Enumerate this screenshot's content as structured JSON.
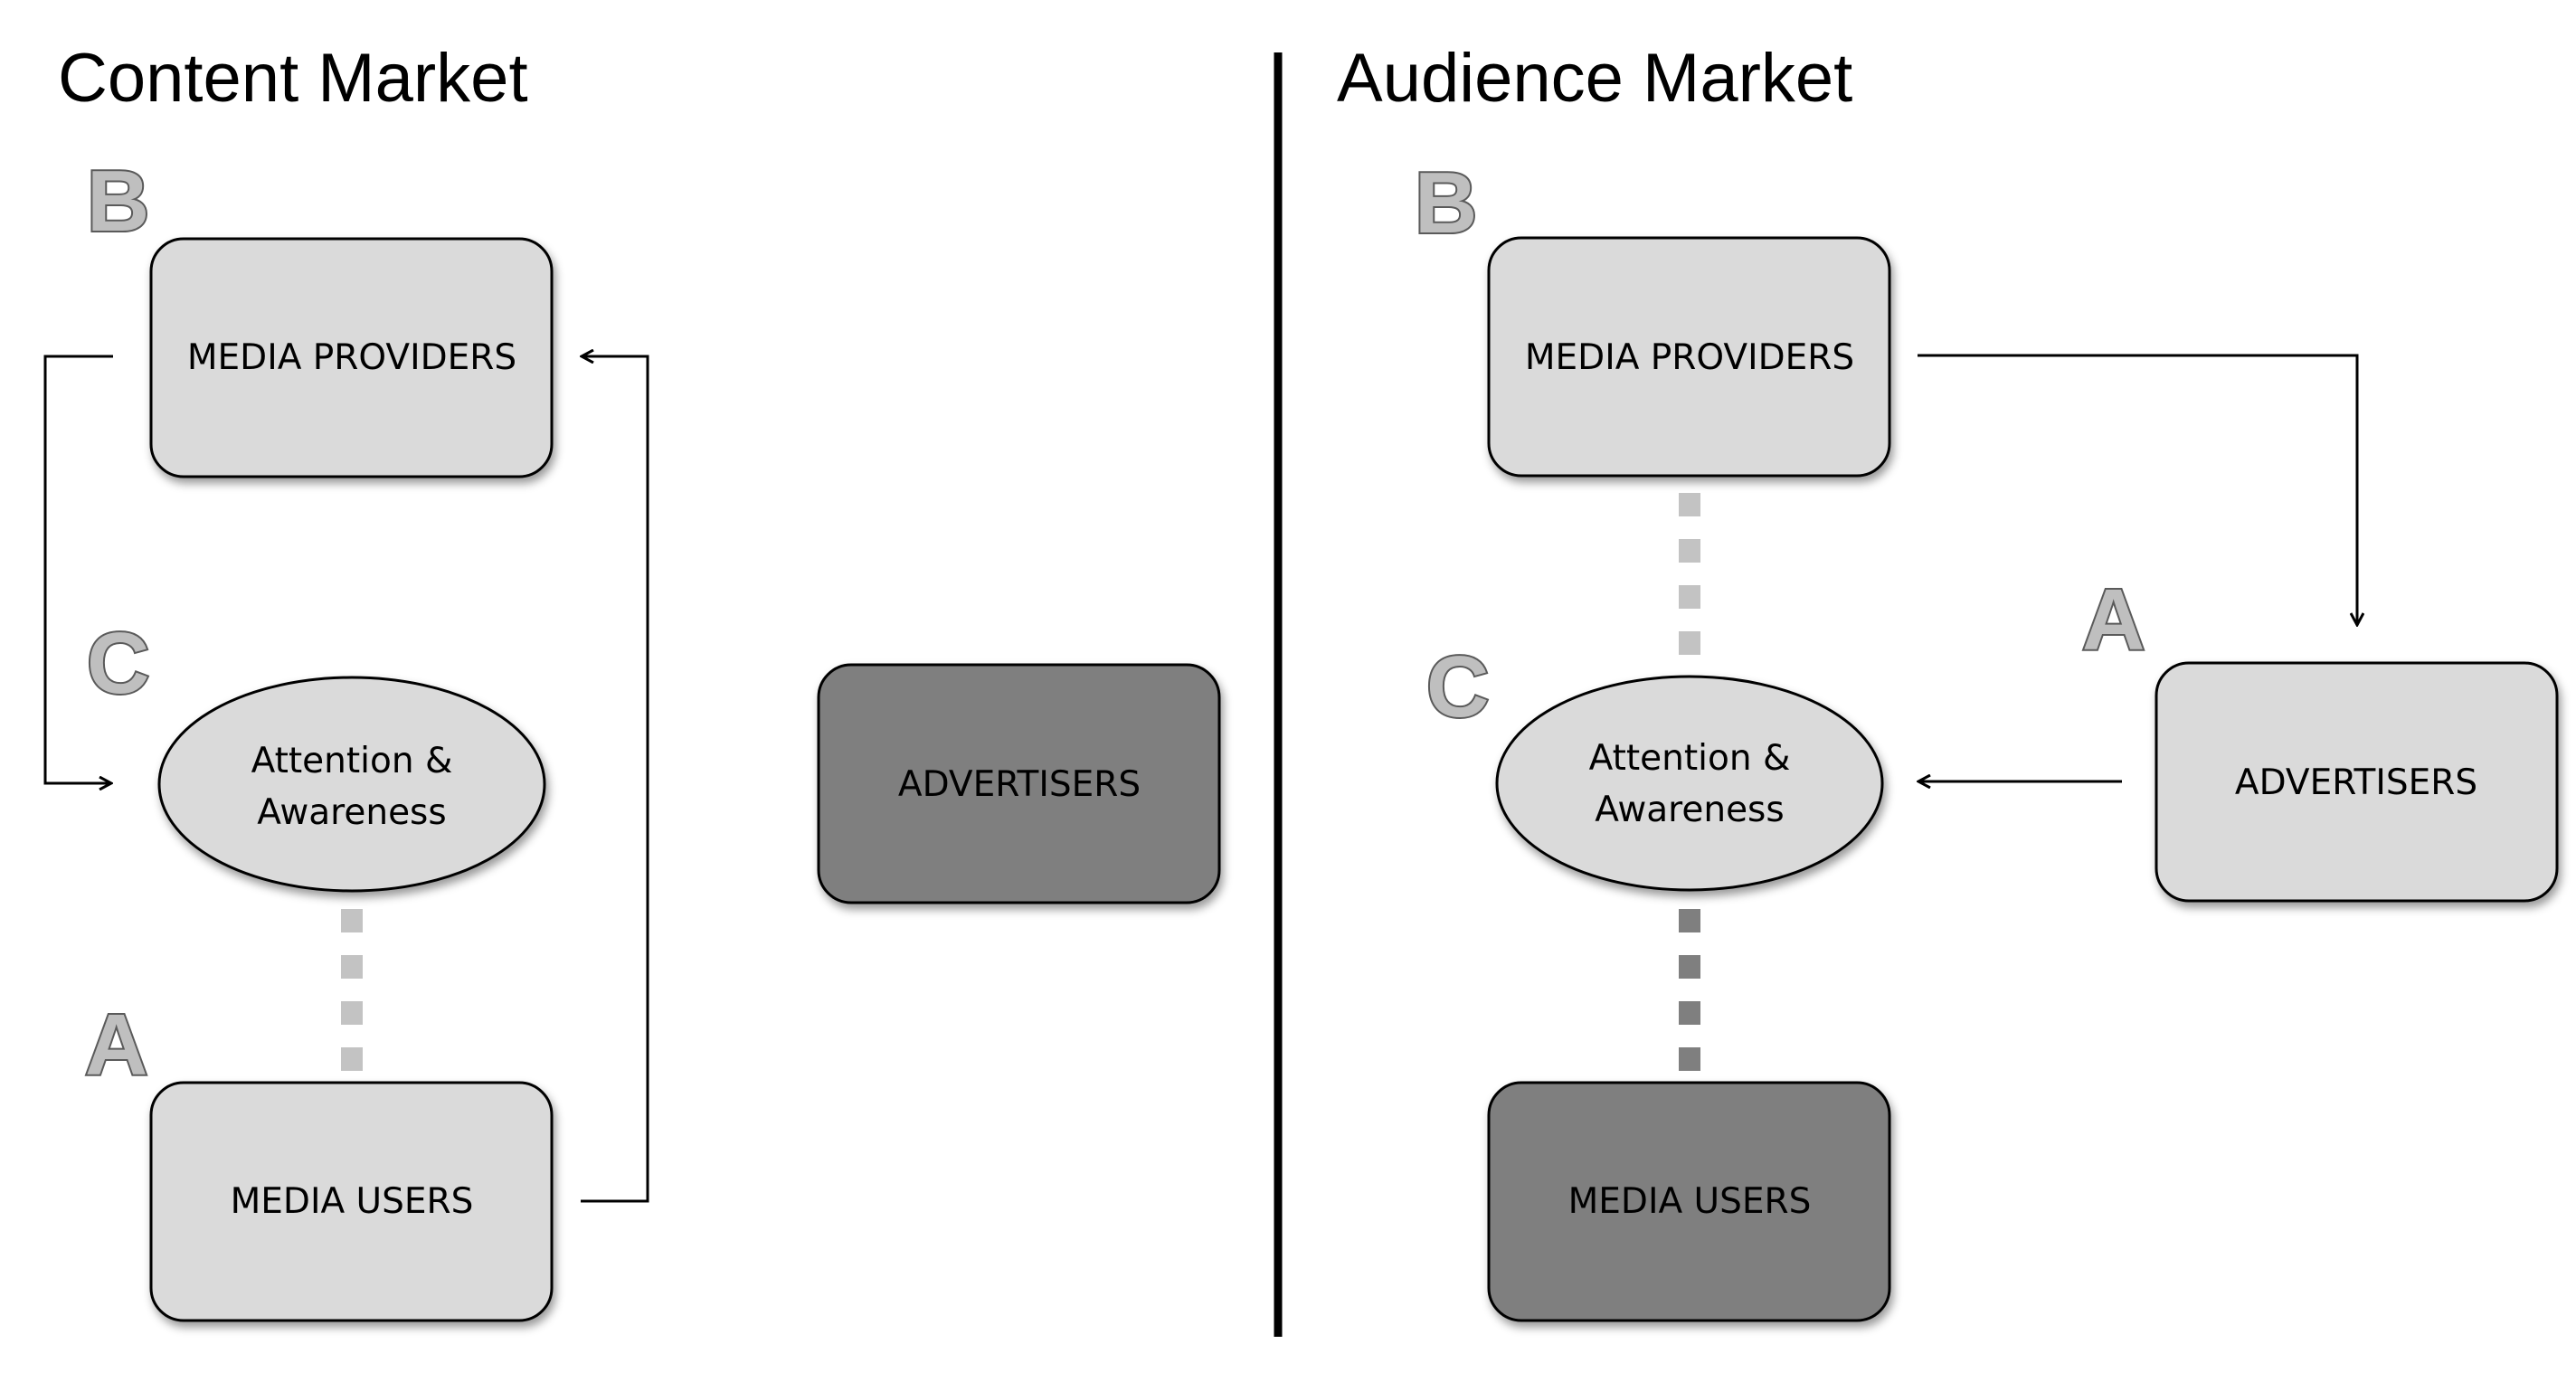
{
  "diagram": {
    "panels": {
      "content_market": {
        "title": "Content Market",
        "media_providers": {
          "label": "MEDIA PROVIDERS",
          "letter": "B"
        },
        "attention": {
          "label_line1": "Attention &",
          "label_line2": "Awareness",
          "letter": "C"
        },
        "media_users": {
          "label": "MEDIA USERS",
          "letter": "A"
        },
        "advertisers": {
          "label": "ADVERTISERS"
        }
      },
      "audience_market": {
        "title": "Audience Market",
        "media_providers": {
          "label": "MEDIA PROVIDERS",
          "letter": "B"
        },
        "attention": {
          "label_line1": "Attention &",
          "label_line2": "Awareness",
          "letter": "C"
        },
        "advertisers": {
          "label": "ADVERTISERS",
          "letter": "A"
        },
        "media_users": {
          "label": "MEDIA USERS"
        }
      }
    },
    "colors": {
      "light_box": "#dadada",
      "dark_box": "#7f7f7f",
      "outline": "#000000",
      "letter_fill": "#bfbfbf",
      "dotted_light": "#c3c3c3",
      "dotted_dark": "#7f7f7f",
      "divider": "#000000"
    }
  }
}
